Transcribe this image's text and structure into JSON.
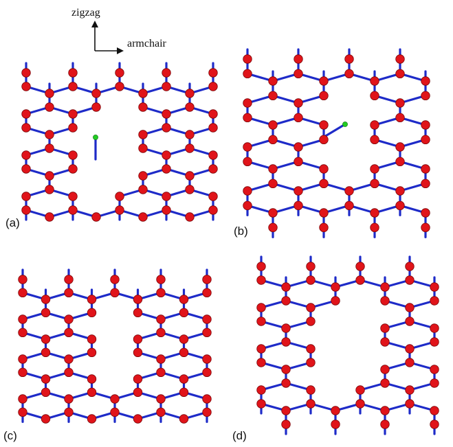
{
  "axes": {
    "vertical_label": "zigzag",
    "horizontal_label": "armchair"
  },
  "panels": [
    {
      "id": "a",
      "label": "(a)",
      "defect": "divacancy-with-adatom",
      "has_adatom": true
    },
    {
      "id": "b",
      "label": "(b)",
      "defect": "reconstructed-vacancy-with-adatom",
      "has_adatom": true
    },
    {
      "id": "c",
      "label": "(c)",
      "defect": "5-8-5 divacancy",
      "has_adatom": false
    },
    {
      "id": "d",
      "label": "(d)",
      "defect": "reconstructed divacancy",
      "has_adatom": false
    }
  ],
  "colors": {
    "atom": "#e0141a",
    "bond": "#1e2bc8",
    "adatom": "#22cc22",
    "text": "#111111",
    "background": "#ffffff"
  }
}
